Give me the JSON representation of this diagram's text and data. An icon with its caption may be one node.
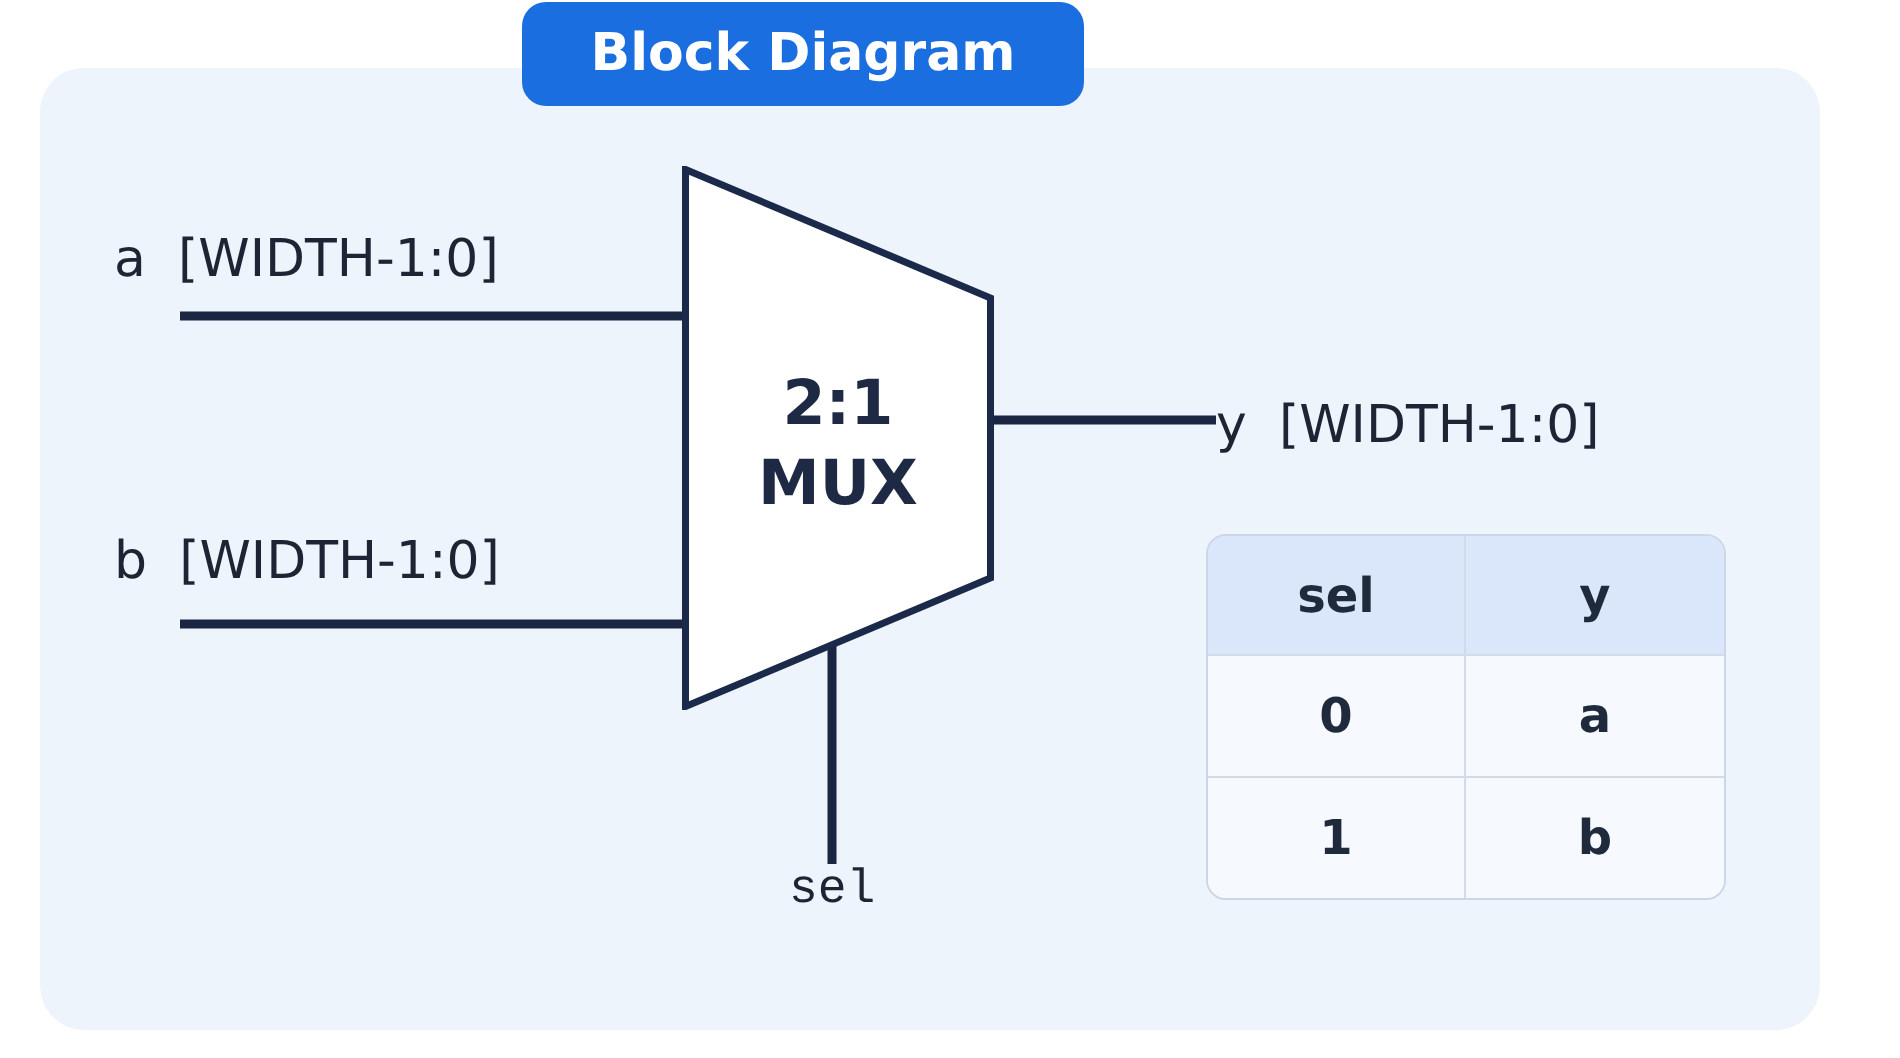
{
  "diagram": {
    "title": "Block Diagram",
    "nodes": [
      {
        "text": [
          "2:1 MUX"
        ]
      },
      {
        "text": [
          "y [WIDTH-1:0]"
        ]
      },
      {
        "text": [
          "sel"
        ]
      }
    ],
    "edges": [
      {
        "from": null,
        "to": 0,
        "arrow": "none",
        "label": "a [WIDTH-1:0]"
      },
      {
        "from": null,
        "to": 0,
        "arrow": "none",
        "label": "b [WIDTH-1:0]"
      },
      {
        "from": 0,
        "to": 1,
        "arrow": "none"
      },
      {
        "from": 2,
        "to": 0,
        "arrow": "none"
      }
    ],
    "labels": [
      "sel",
      "y",
      "0",
      "a",
      "1",
      "b"
    ]
  }
}
